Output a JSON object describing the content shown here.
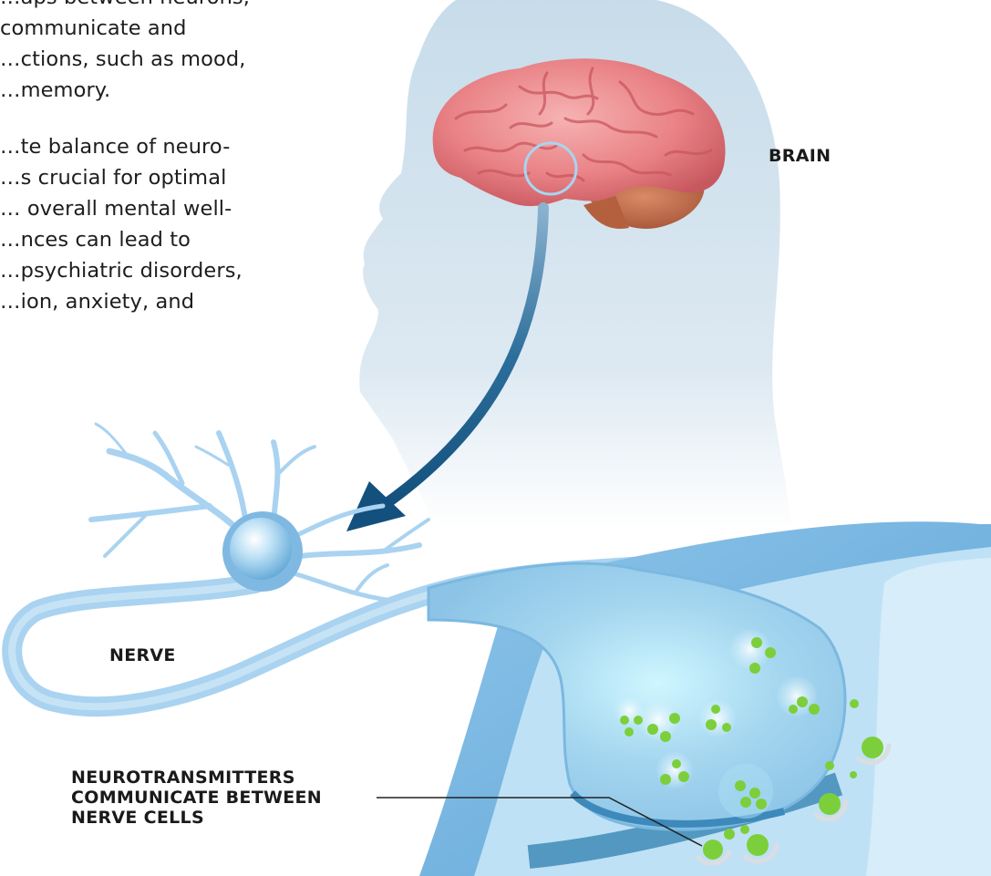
{
  "text": {
    "paragraph_top": [
      "…aps between neurons,",
      "communicate and",
      "…ctions, such as mood,",
      "…memory."
    ],
    "paragraph_bottom": [
      "…te balance of neuro-",
      "…s crucial for optimal",
      "… overall mental well-",
      "…nces can lead to",
      "…psychiatric disorders,",
      "…ion, anxiety, and"
    ]
  },
  "labels": {
    "brain": "BRAIN",
    "nerve": "NERVE",
    "neurotransmitters": [
      "NEUROTRANSMITTERS",
      "COMMUNICATE BETWEEN",
      "NERVE CELLS"
    ]
  },
  "colors": {
    "head": "#d6e6f1",
    "brain": "#e9858a",
    "arrow": "#1d5b86",
    "neuron": "#a9d3f0",
    "synapse": "#7db9e4",
    "neurotransmitter": "#7ccf3a",
    "label": "#1a1a1a"
  }
}
